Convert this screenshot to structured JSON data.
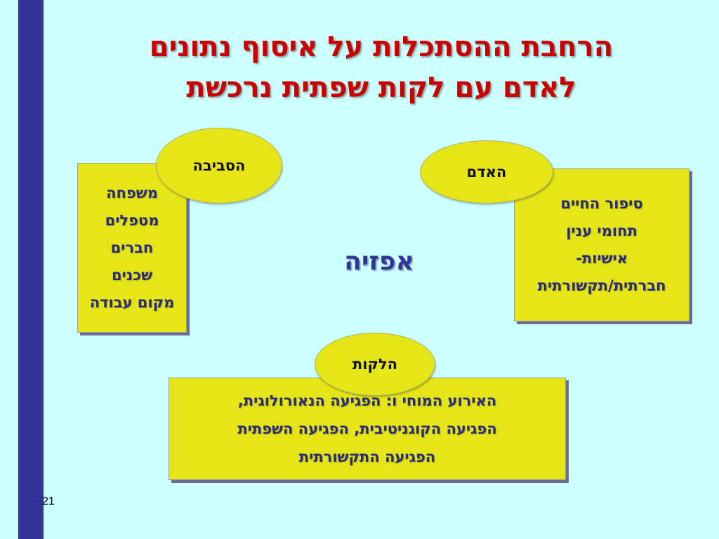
{
  "slide": {
    "title_lines": [
      "הרחבת ההסתכלות על איסוף נתונים",
      "לאדם עם לקות שפתית נרכשת"
    ],
    "center_label": "אפזיה",
    "page_number": "21"
  },
  "environment": {
    "label": "הסביבה",
    "items": [
      "משפחה",
      "מטפלים",
      "חברים",
      "שכנים",
      "מקום עבודה"
    ]
  },
  "person": {
    "label": "האדם",
    "items": [
      "סיפור החיים",
      "תחומי ענין",
      "אישיות-",
      "חברתית/תקשורתית"
    ]
  },
  "impairment": {
    "label": "הלקות",
    "lines": [
      "האירוע המוחי ו: הפגיעה הנאורולוגית,",
      "הפגיעה הקוגניטיבית, הפגיעה השפתית",
      "הפגיעה התקשורתית"
    ]
  },
  "colors": {
    "background": "#ccffff",
    "side_bar": "#333399",
    "title": "#cc0000",
    "box_fill": "#e5e517",
    "box_text": "#2a2a7a"
  }
}
